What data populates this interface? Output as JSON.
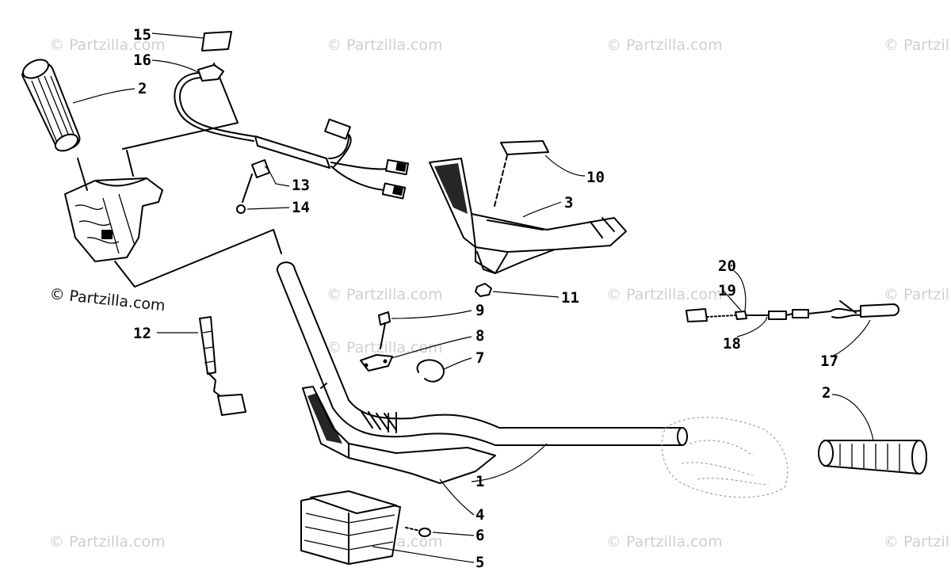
{
  "watermarks": [
    "© Partzilla.com",
    "© Partzilla.com",
    "© Partzilla.com",
    "© Partzilla.com",
    "© Partzilla.com",
    "© Partzilla.com",
    "© Partzilla.com",
    "© Partzilla.com",
    "© Partzilla.com",
    "© Partzilla.com",
    "© Partzilla.com",
    "© Partzilla.com"
  ],
  "watermark_prominent": "© Partzilla.com",
  "callouts": {
    "c1": "1",
    "c2a": "2",
    "c2b": "2",
    "c3": "3",
    "c4": "4",
    "c5": "5",
    "c6": "6",
    "c7": "7",
    "c8": "8",
    "c9": "9",
    "c10": "10",
    "c11": "11",
    "c12": "12",
    "c13": "13",
    "c14": "14",
    "c15": "15",
    "c16": "16",
    "c17": "17",
    "c18": "18",
    "c19": "19",
    "c20": "20"
  }
}
